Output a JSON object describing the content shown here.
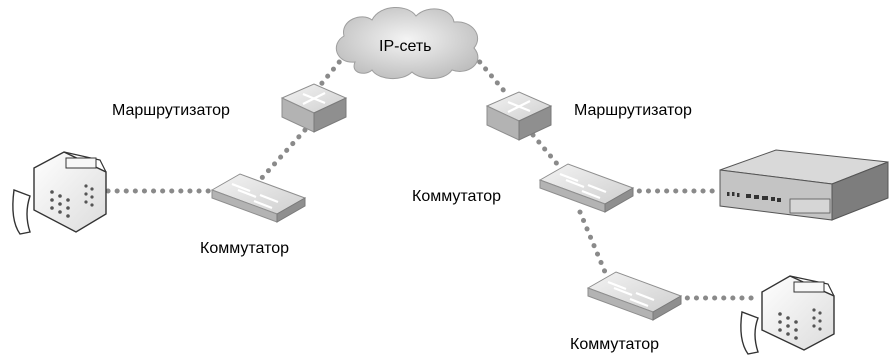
{
  "labels": {
    "cloud": "IP-сеть",
    "router_left": "Маршрутизатор",
    "router_right": "Маршрутизатор",
    "switch_left": "Коммутатор",
    "switch_right_upper": "Коммутатор",
    "switch_right_lower": "Коммутатор"
  },
  "colors": {
    "link_dots": "#8a8a8a",
    "device_face": "#e6e6e6",
    "device_side": "#a9a9a9",
    "pbx_top": "#d9d9d9",
    "pbx_front": "#c4c4c4"
  }
}
